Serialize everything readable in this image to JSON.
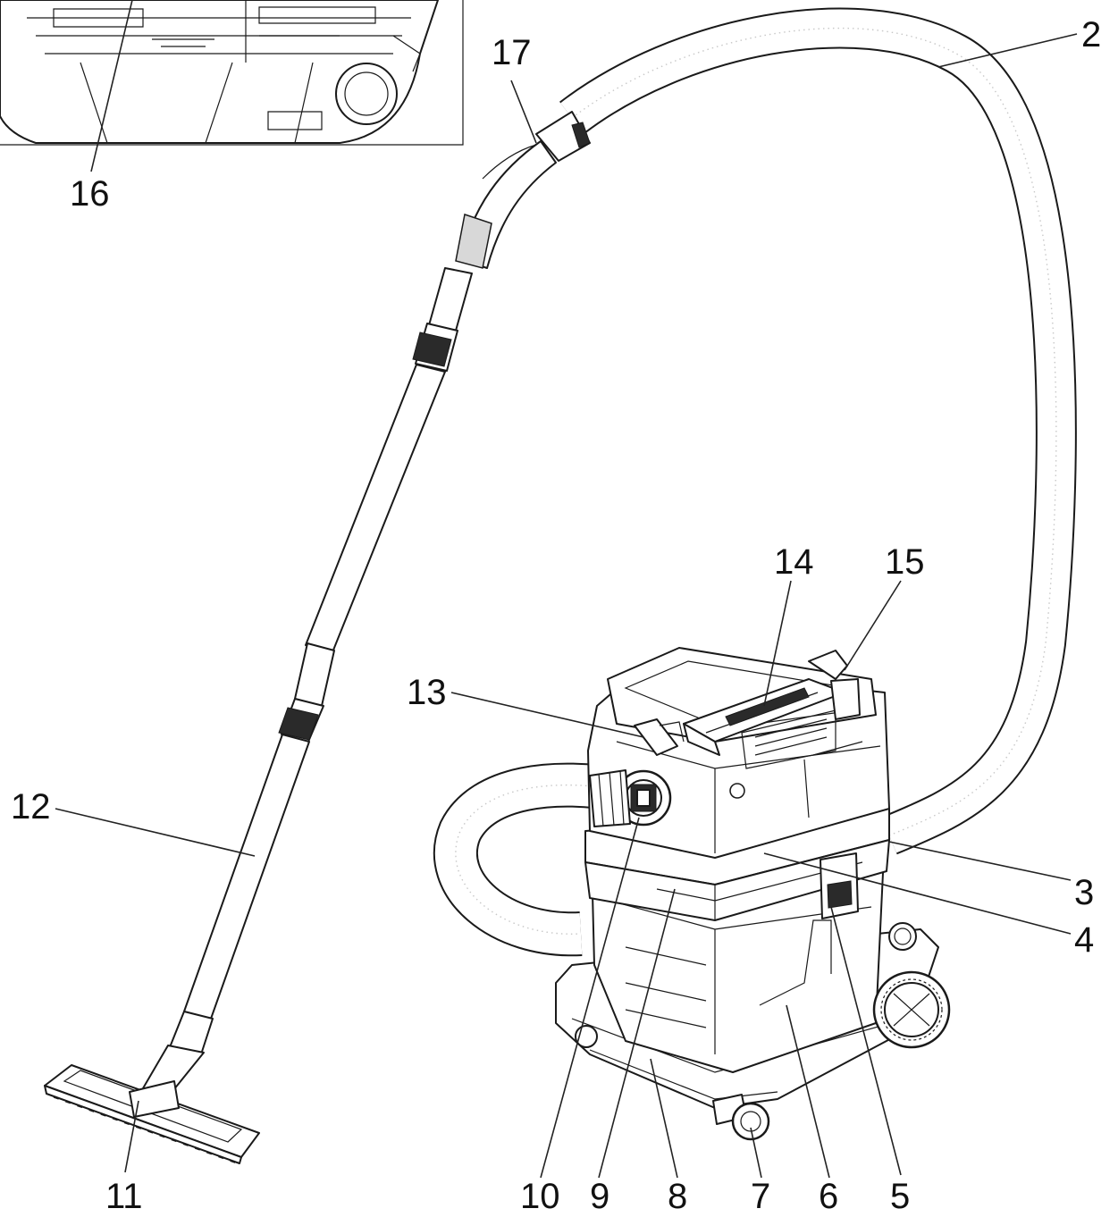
{
  "callouts": [
    {
      "id": "2",
      "label": "2"
    },
    {
      "id": "3",
      "label": "3"
    },
    {
      "id": "4",
      "label": "4"
    },
    {
      "id": "5",
      "label": "5"
    },
    {
      "id": "6",
      "label": "6"
    },
    {
      "id": "7",
      "label": "7"
    },
    {
      "id": "8",
      "label": "8"
    },
    {
      "id": "9",
      "label": "9"
    },
    {
      "id": "10",
      "label": "10"
    },
    {
      "id": "11",
      "label": "11"
    },
    {
      "id": "12",
      "label": "12"
    },
    {
      "id": "13",
      "label": "13"
    },
    {
      "id": "14",
      "label": "14"
    },
    {
      "id": "15",
      "label": "15"
    },
    {
      "id": "16",
      "label": "16"
    },
    {
      "id": "17",
      "label": "17"
    }
  ]
}
